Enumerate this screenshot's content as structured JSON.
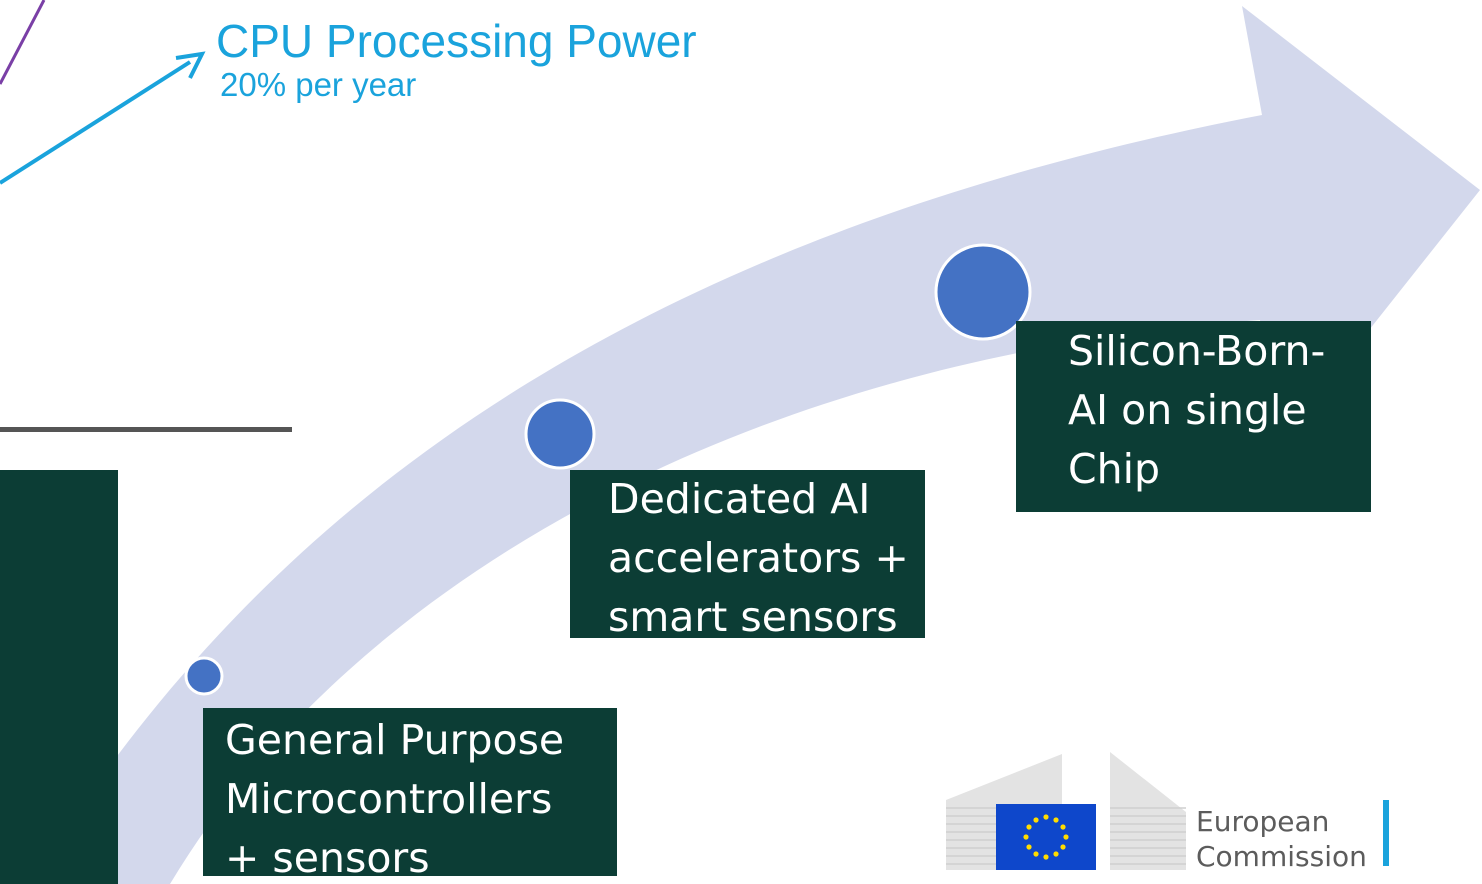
{
  "cpu_label": {
    "title": "CPU Processing Power",
    "subtitle": "20% per year"
  },
  "stages": [
    {
      "lines": [
        "General Purpose",
        "Microcontrollers",
        "+ sensors"
      ]
    },
    {
      "lines": [
        "Dedicated AI",
        "accelerators +",
        "smart sensors"
      ]
    },
    {
      "lines": [
        "Silicon-Born-",
        "AI on single",
        "Chip"
      ]
    }
  ],
  "logo": {
    "line1": "European",
    "line2": "Commission"
  },
  "colors": {
    "arrow_fill": "#d3d8ec",
    "node_fill": "#4472c4",
    "box_fill": "#0c3d35",
    "cpu_text": "#1aa3dc",
    "eu_blue": "#0e47cb",
    "eu_star": "#ffdd00"
  },
  "icons": [
    "curve-arrow-icon",
    "eu-flag-icon",
    "building-icon",
    "chip-photo"
  ]
}
